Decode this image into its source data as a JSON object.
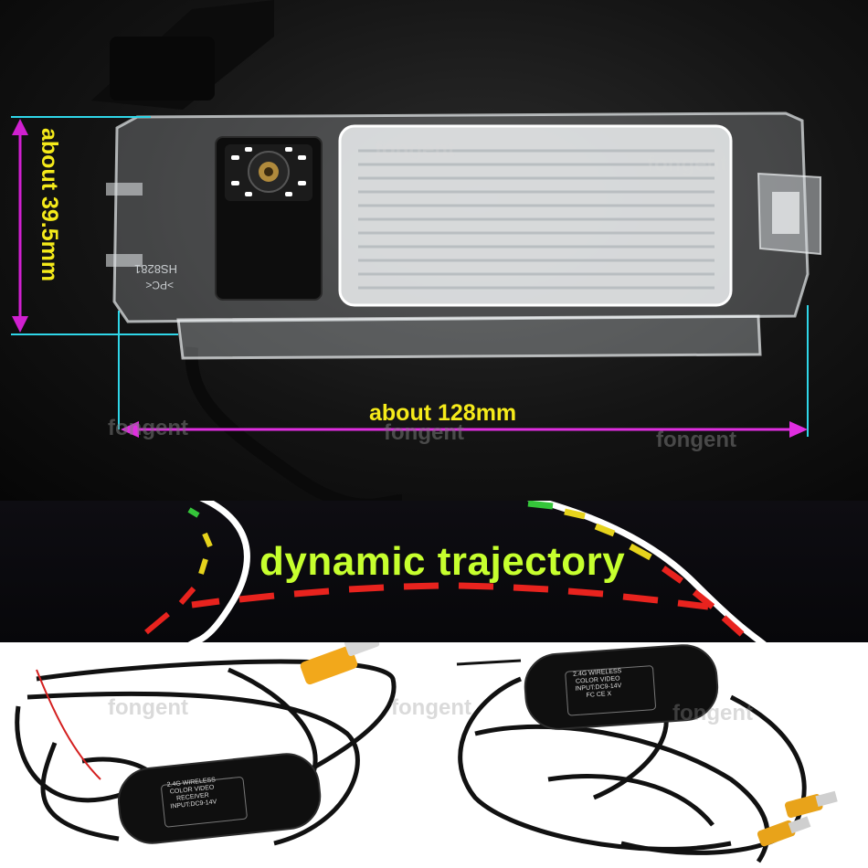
{
  "dimensions": {
    "height_label": "about 39.5mm",
    "length_label": "about 128mm"
  },
  "feature": {
    "trajectory_label": "dynamic trajectory"
  },
  "watermark": "fongent",
  "housing_marking": {
    "part_number": "HS8281",
    "material": ">PC<"
  },
  "transmitter_print": [
    "2.4G WIRELESS",
    "COLOR VIDEO",
    "INPUT:DC9-14V",
    "FC CE X"
  ],
  "receiver_print": [
    "2.4G WIRELESS",
    "COLOR VIDEO",
    "RECEIVER",
    "INPUT:DC9-14V"
  ],
  "colors": {
    "dimension_label": "#f5ea1a",
    "dimension_arrow_length": "#e02ee0",
    "dimension_arrow_height": "#d020d0",
    "guide_line": "#2fd6e8",
    "trajectory_label": "#c6ff2e",
    "trajectory_red": "#e8231e",
    "trajectory_yellow": "#e6d31c",
    "trajectory_green": "#35c53a"
  }
}
